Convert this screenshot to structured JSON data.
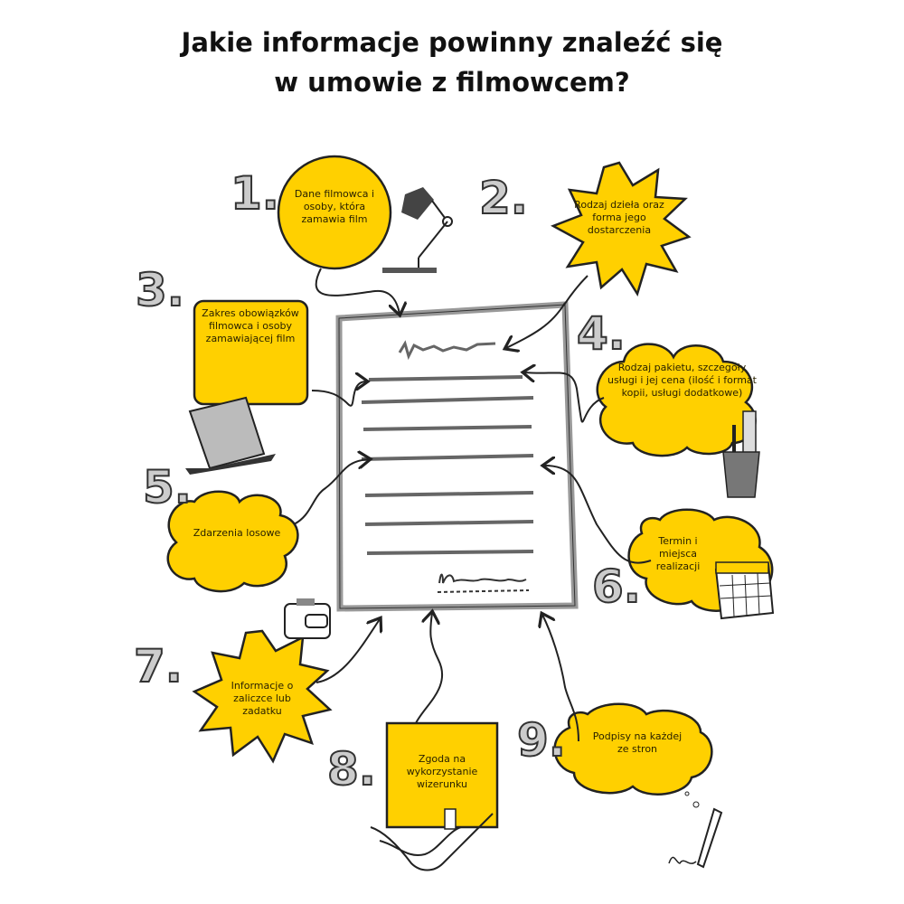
{
  "title": {
    "line1": "Jakie informacje powinny znaleźć się",
    "line2": "w umowie z filmowcem?"
  },
  "colors": {
    "accent": "#FFD000",
    "outline": "#222222",
    "doc_frame": "#999999"
  },
  "items": [
    {
      "number": "1.",
      "text": "Dane filmowca i osoby, która zamawia film",
      "shape": "circle",
      "icon": "desk-lamp-icon"
    },
    {
      "number": "2.",
      "text": "Rodzaj dzieła oraz forma jego dostarczenia",
      "shape": "starburst"
    },
    {
      "number": "3.",
      "text": "Zakres obowiązków filmowca i osoby zamawiającej film",
      "shape": "rounded-square",
      "icon": "laptop-icon"
    },
    {
      "number": "4.",
      "text": "Rodzaj pakietu, szczegóły usługi i jej cena (ilość i format kopii, usługi dodatkowe)",
      "shape": "cloud",
      "icon": "pen-cup-icon"
    },
    {
      "number": "5.",
      "text": "Zdarzenia losowe",
      "shape": "cloud",
      "icon": "wallet-icon"
    },
    {
      "number": "6.",
      "text": "Termin i miejsca realizacji",
      "shape": "cloud",
      "icon": "calendar-icon"
    },
    {
      "number": "7.",
      "text": "Informacje o zaliczce lub zadatku",
      "shape": "starburst"
    },
    {
      "number": "8.",
      "text": "Zgoda na wykorzystanie wizerunku",
      "shape": "square",
      "icon": "handshake-icon"
    },
    {
      "number": "9.",
      "text": "Podpisy na każdej ze stron",
      "shape": "cloud",
      "icon": "pen-icon"
    }
  ]
}
